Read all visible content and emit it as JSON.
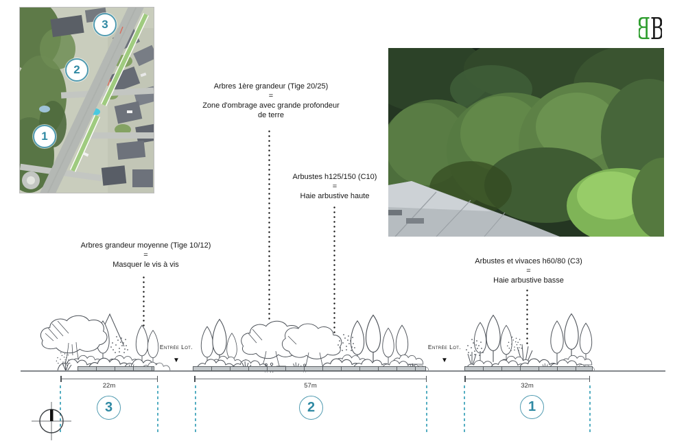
{
  "colors": {
    "accent_teal": "#3f93a8",
    "marker_border_teal": "#4f9ab0",
    "marker_text_teal": "#2f89a3",
    "dashed_teal": "#55aec2",
    "sketch_ink": "#4b5057",
    "logo_green": "#2f9e2f",
    "logo_black": "#1b1b1b"
  },
  "logo": {
    "letter_left": "B",
    "letter_right": "B"
  },
  "map": {
    "markers": [
      {
        "label": "3"
      },
      {
        "label": "2"
      },
      {
        "label": "1"
      }
    ]
  },
  "annotations": [
    {
      "lines": [
        "Arbres 1ère grandeur (Tige 20/25)",
        "=",
        "Zone d'ombrage avec grande profondeur",
        "de terre"
      ]
    },
    {
      "lines": [
        "Arbustes h125/150 (C10)",
        "=",
        "Haie arbustive haute"
      ]
    },
    {
      "lines": [
        "Arbres grandeur moyenne (Tige 10/12)",
        "=",
        "Masquer le vis à vis"
      ]
    },
    {
      "lines": [
        "Arbustes et vivaces h60/80 (C3)",
        "=",
        "Haie arbustive basse"
      ]
    }
  ],
  "entrances": [
    {
      "label": "Entrée Lot."
    },
    {
      "label": "Entrée Lot."
    }
  ],
  "sections": [
    {
      "marker": "3",
      "dimension": "22m"
    },
    {
      "marker": "2",
      "dimension": "57m"
    },
    {
      "marker": "1",
      "dimension": "32m"
    }
  ]
}
